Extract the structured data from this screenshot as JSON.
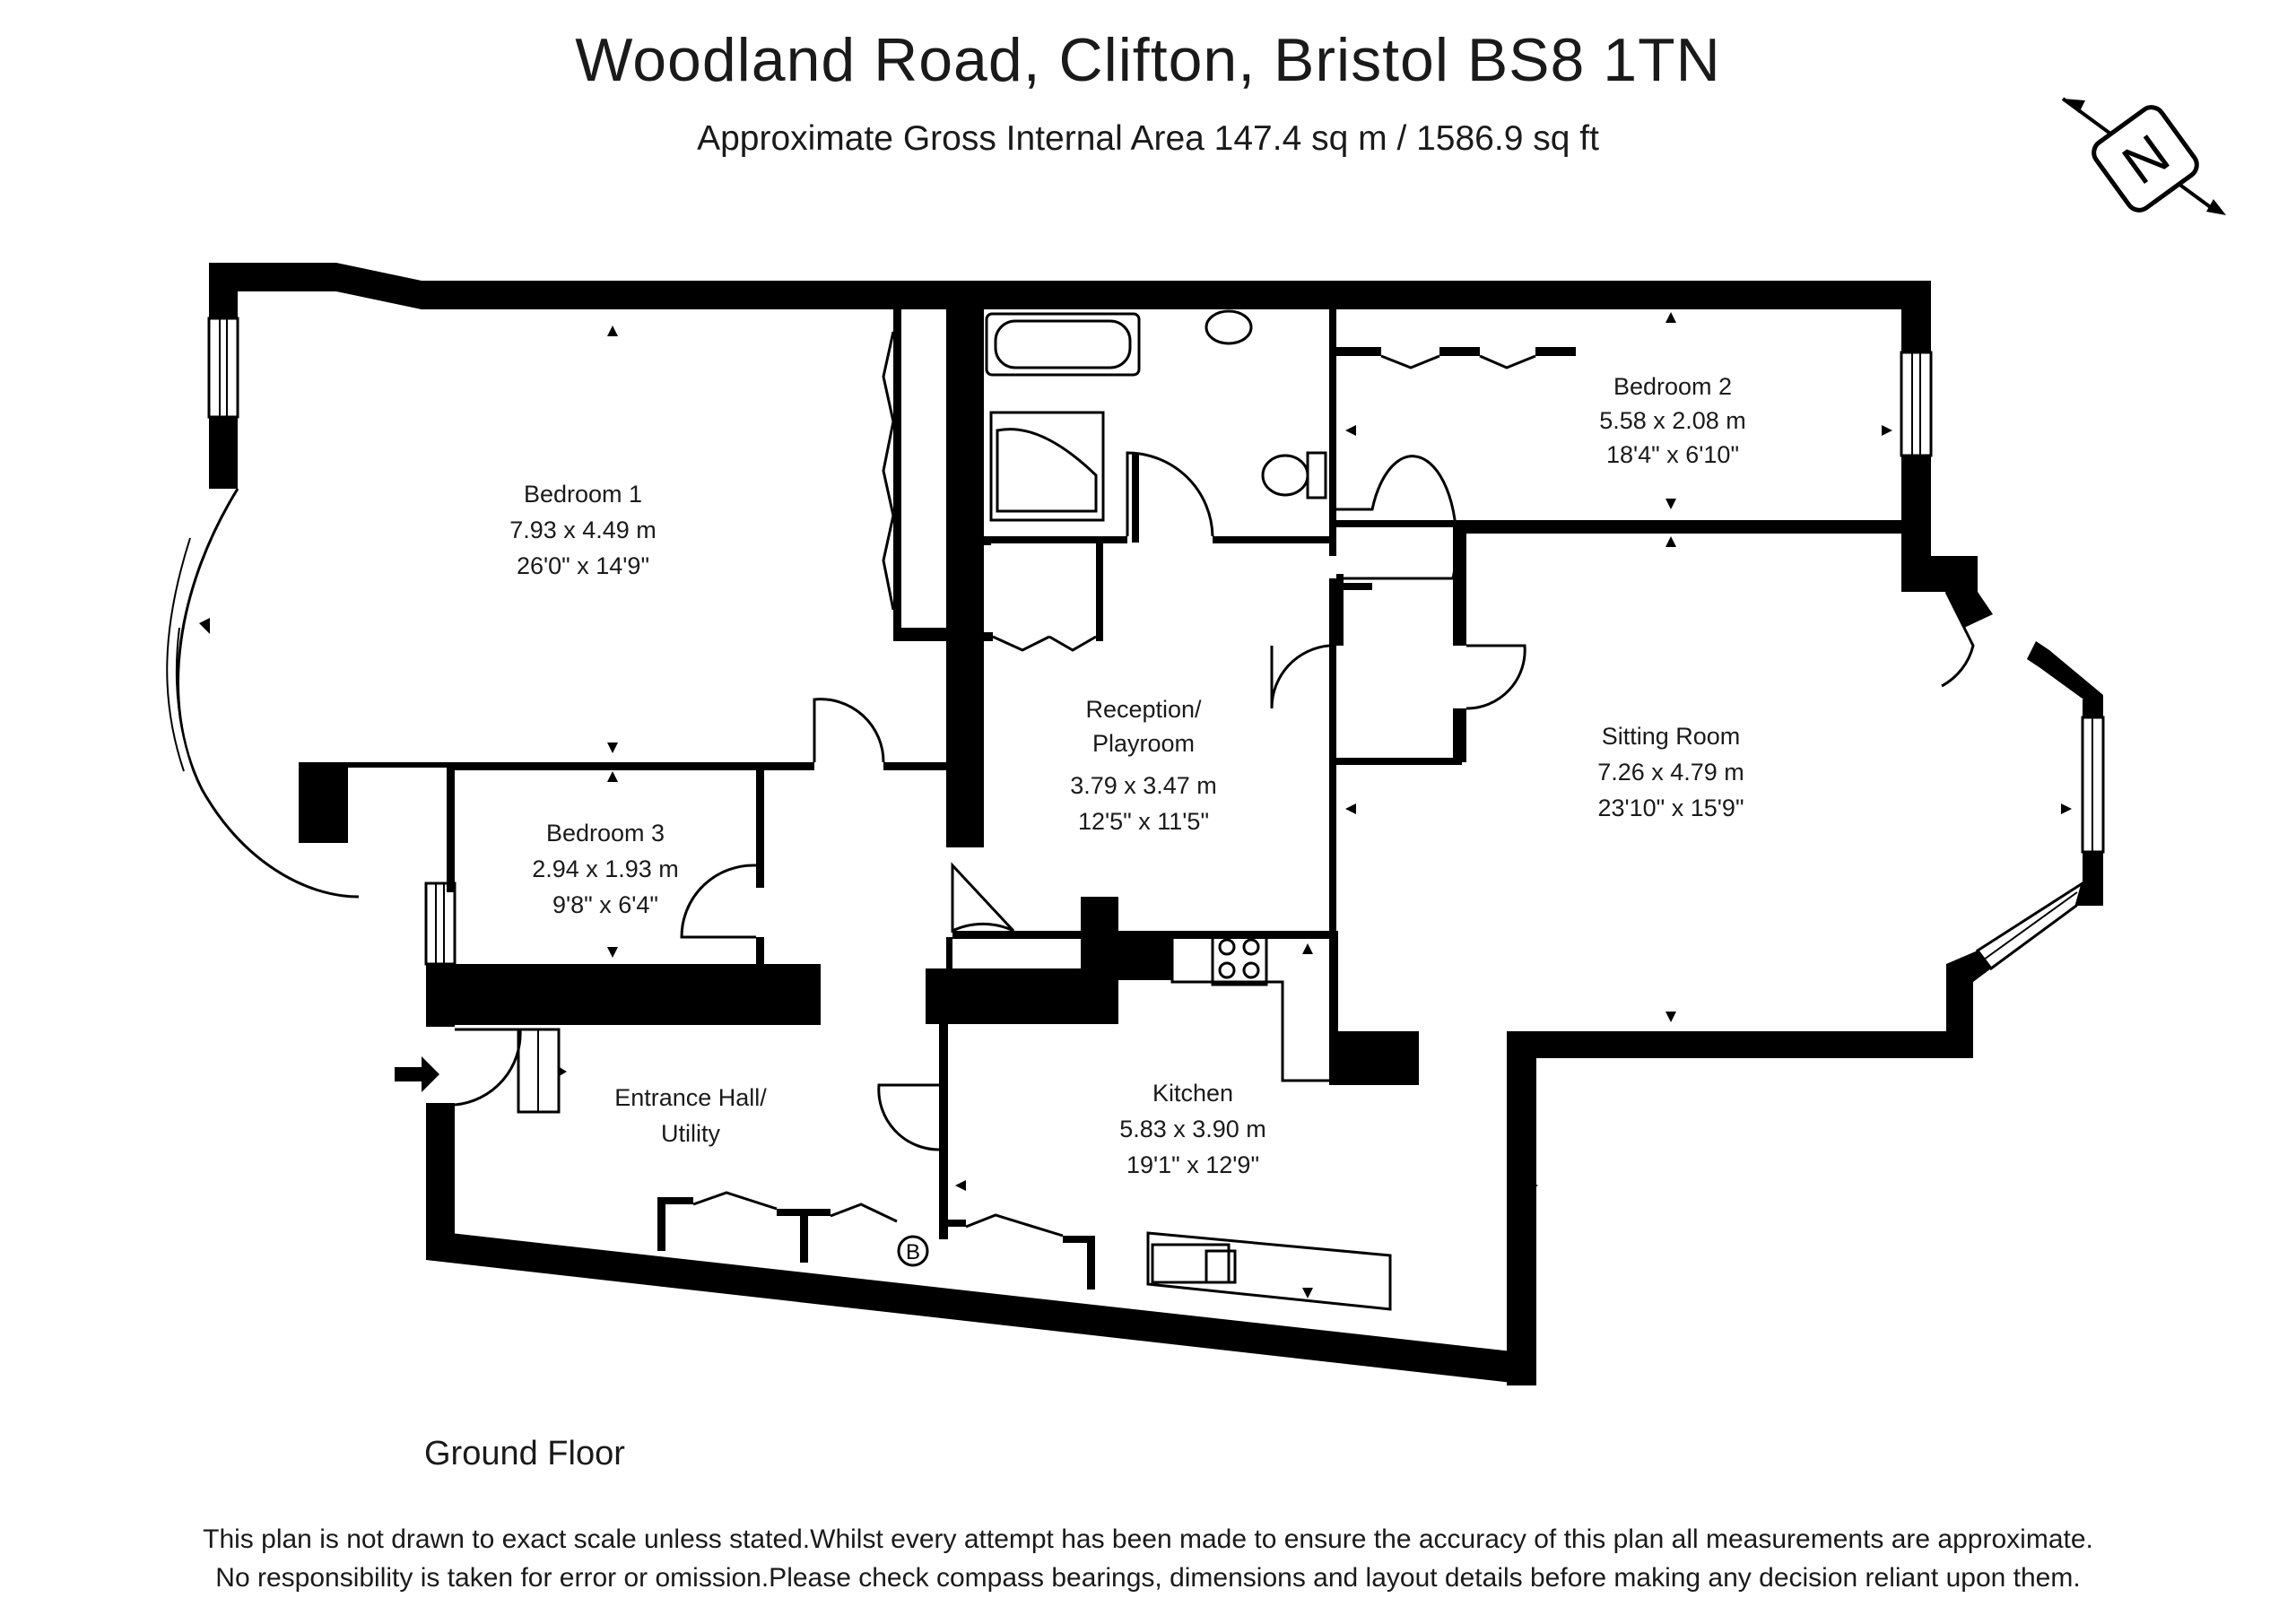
{
  "title": "Woodland Road, Clifton, Bristol BS8 1TN",
  "subtitle": "Approximate Gross Internal Area 147.4 sq m / 1586.9 sq ft",
  "floor_label": "Ground Floor",
  "disclaimer_line1": "This plan is not drawn to exact scale unless stated.Whilst every attempt has been made to ensure the accuracy of this plan all measurements are approximate.",
  "disclaimer_line2": "No responsibility is taken for error or omission.Please check compass bearings, dimensions and layout details before making any decision reliant upon them.",
  "compass_letter": "N",
  "boiler_marker": "B",
  "rooms": [
    {
      "name": "Bedroom 1",
      "metric": "7.93 x 4.49 m",
      "imperial": "26'0\" x 14'9\""
    },
    {
      "name": "Bedroom 2",
      "metric": "5.58 x 2.08 m",
      "imperial": "18'4\" x 6'10\""
    },
    {
      "name": "Bedroom 3",
      "metric": "2.94 x 1.93 m",
      "imperial": "9'8\" x 6'4\""
    },
    {
      "name_line1": "Reception/",
      "name_line2": "Playroom",
      "metric": "3.79 x 3.47 m",
      "imperial": "12'5\" x 11'5\""
    },
    {
      "name": "Sitting Room",
      "metric": "7.26 x 4.79 m",
      "imperial": "23'10\" x 15'9\""
    },
    {
      "name": "Kitchen",
      "metric": "5.83 x 3.90 m",
      "imperial": "19'1\" x 12'9\""
    },
    {
      "name_line1": "Entrance Hall/",
      "name_line2": "Utility"
    }
  ]
}
